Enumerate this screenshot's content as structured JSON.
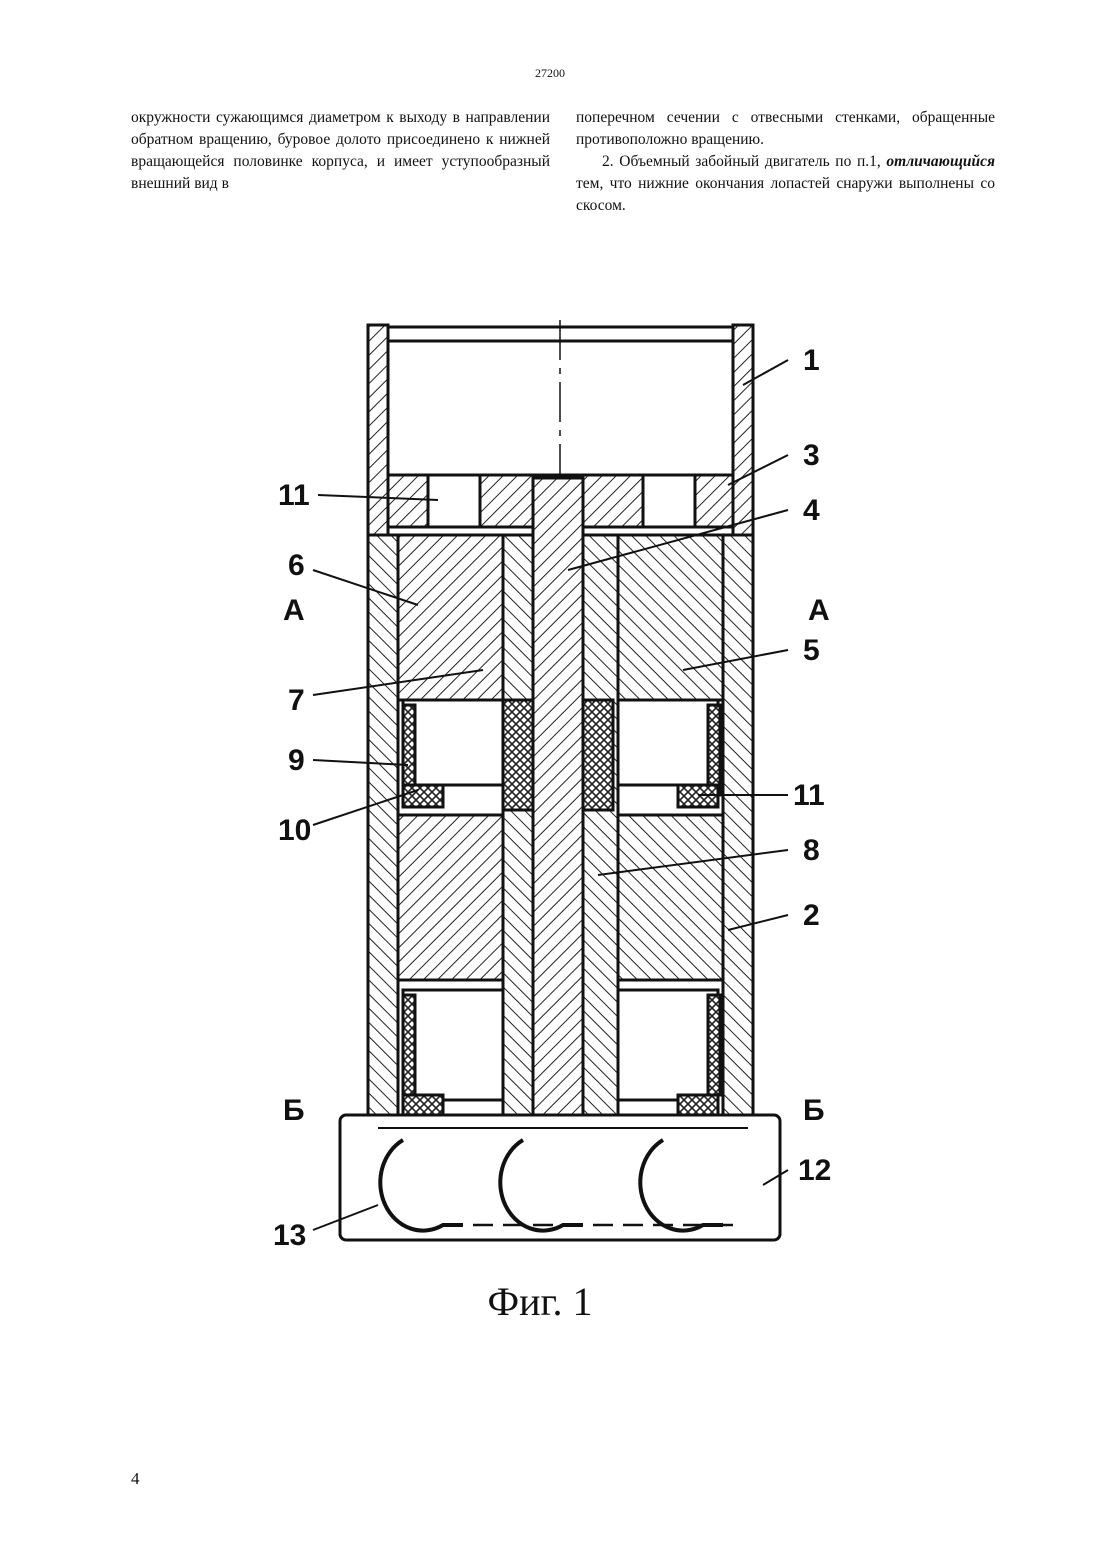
{
  "header": {
    "patent_number": "27200"
  },
  "left_column": {
    "text": "окружности сужающимся диаметром к выходу в направлении обратном вращению, буровое долото присоединено к нижней вращающейся половинке корпуса, и имеет уступообразный внешний вид в"
  },
  "right_column": {
    "para1": "поперечном сечении с отвесными стенками, обращенные противоположно вращению.",
    "para2_start": "2. Объемный забойный двигатель по п.1,",
    "para2_emph": "отличающийся",
    "para2_end": " тем, что нижние окончания лопастей снаружи выполнены со скосом."
  },
  "figure": {
    "caption": "Фиг. 1",
    "labels": {
      "l1": "1",
      "l3": "3",
      "l11a": "11",
      "l4": "4",
      "l6": "6",
      "lA_left": "A",
      "lA_right": "A",
      "l5": "5",
      "l7": "7",
      "l9": "9",
      "l11b": "11",
      "l10": "10",
      "l8": "8",
      "l2": "2",
      "lB_left": "Б",
      "lB_right": "Б",
      "l12": "12",
      "l13": "13"
    }
  },
  "footer": {
    "page_number": "4"
  }
}
